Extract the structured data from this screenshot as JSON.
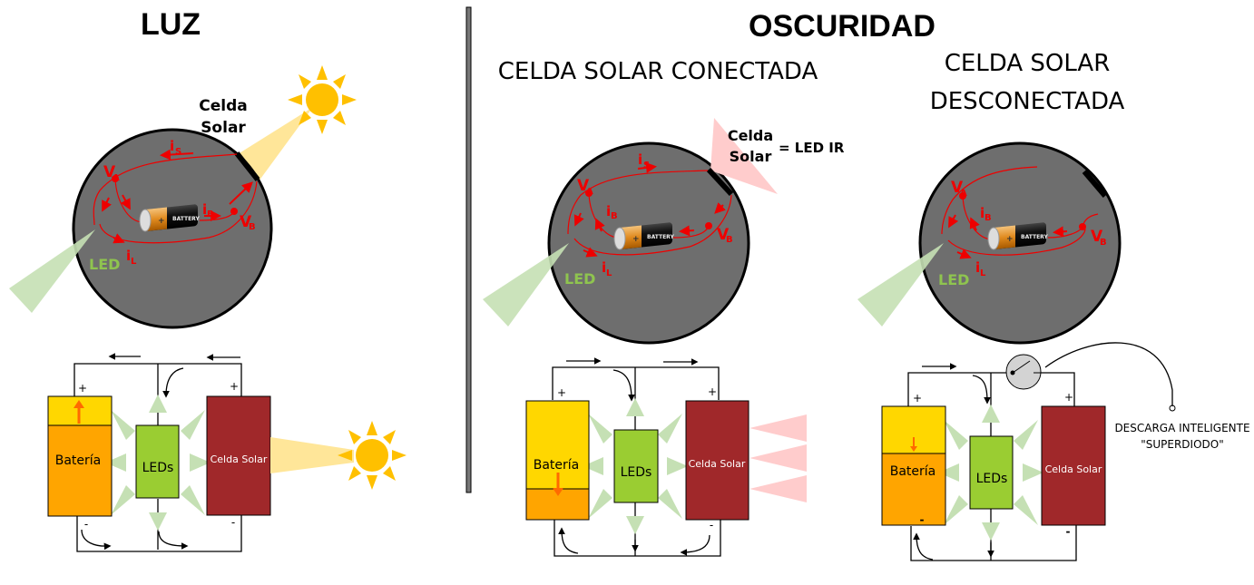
{
  "titles": {
    "light": "LUZ",
    "dark": "OSCURIDAD",
    "connected": "CELDA SOLAR CONECTADA",
    "disconnected_line1": "CELDA SOLAR",
    "disconnected_line2": "DESCONECTADA"
  },
  "labels": {
    "solar_cell_1": "Celda",
    "solar_cell_2": "Solar",
    "led_ir": "= LED IR",
    "led": "LED",
    "va": "V",
    "va_sub": "A",
    "vb": "V",
    "vb_sub": "B",
    "is": "i",
    "is_sub": "S",
    "ib": "i",
    "ib_sub": "B",
    "il": "i",
    "il_sub": "L"
  },
  "circuit": {
    "battery": "Batería",
    "leds": "LEDs",
    "solar": "Celda Solar",
    "plus": "+",
    "minus": "-",
    "smart_discharge_1": "DESCARGA INTELIGENTE",
    "smart_discharge_2": "\"SUPERDIODO\""
  },
  "colors": {
    "sphere": "#6e6e6e",
    "battery_full": "#ffd700",
    "battery_charge": "#ffa500",
    "leds": "#9acd32",
    "solar_cell": "#a0282a",
    "sun": "#ffc000",
    "green_light": "#c5e0b4",
    "ir_light": "#ffcccc",
    "current": "#ee0000"
  }
}
